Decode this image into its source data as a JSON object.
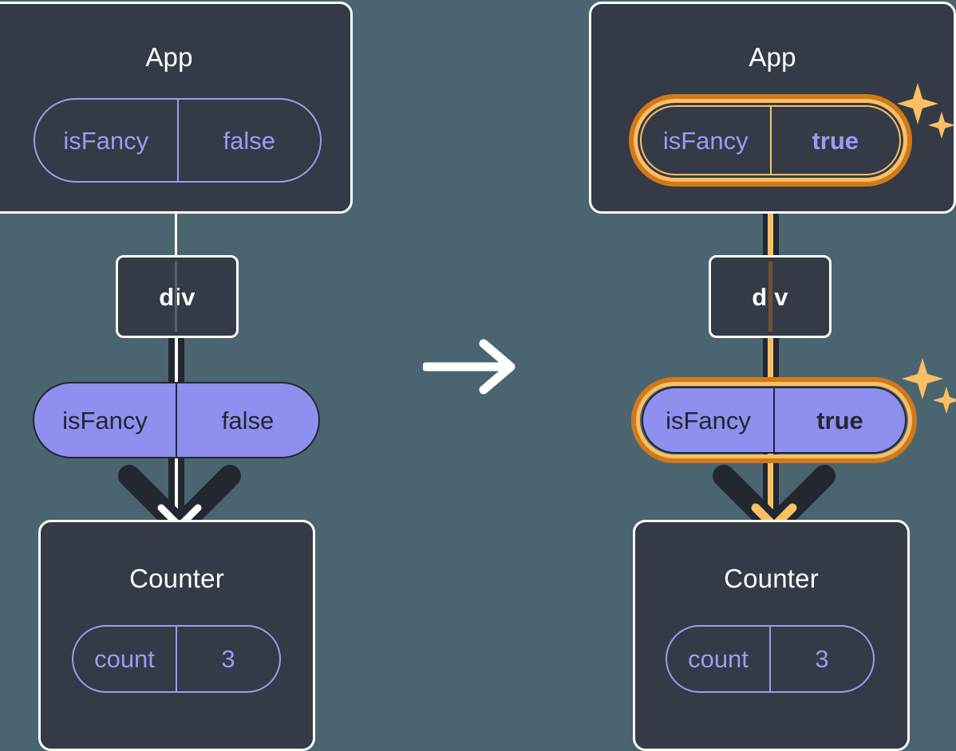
{
  "diagram": {
    "title": "React prop propagation before and after state change",
    "background_color": "#4a6570",
    "colors": {
      "box_fill": "#343a46",
      "box_border": "#ffffff",
      "pill_outline": "#9b9bf5",
      "pill_fill": "#8f8ff0",
      "dark": "#23272f",
      "highlight_outer": "#d1791a",
      "highlight_inner": "#fbbf63"
    }
  },
  "transition": {
    "icon": "arrow-right-icon"
  },
  "panels": [
    {
      "id": "before",
      "app": {
        "title": "App",
        "state_pill": {
          "key": "isFancy",
          "value": "false",
          "style": "outline",
          "highlighted": false,
          "value_bold": false
        }
      },
      "div": {
        "title": "div"
      },
      "prop_pill": {
        "key": "isFancy",
        "value": "false",
        "style": "filled",
        "highlighted": false,
        "value_bold": false
      },
      "counter": {
        "title": "Counter",
        "state_pill": {
          "key": "count",
          "value": "3",
          "style": "outline",
          "highlighted": false,
          "value_bold": false
        }
      },
      "sparkles_visible": false
    },
    {
      "id": "after",
      "app": {
        "title": "App",
        "state_pill": {
          "key": "isFancy",
          "value": "true",
          "style": "outline",
          "highlighted": true,
          "value_bold": true
        }
      },
      "div": {
        "title": "div"
      },
      "prop_pill": {
        "key": "isFancy",
        "value": "true",
        "style": "filled",
        "highlighted": true,
        "value_bold": true
      },
      "counter": {
        "title": "Counter",
        "state_pill": {
          "key": "count",
          "value": "3",
          "style": "outline",
          "highlighted": false,
          "value_bold": false
        }
      },
      "sparkles_visible": true
    }
  ]
}
